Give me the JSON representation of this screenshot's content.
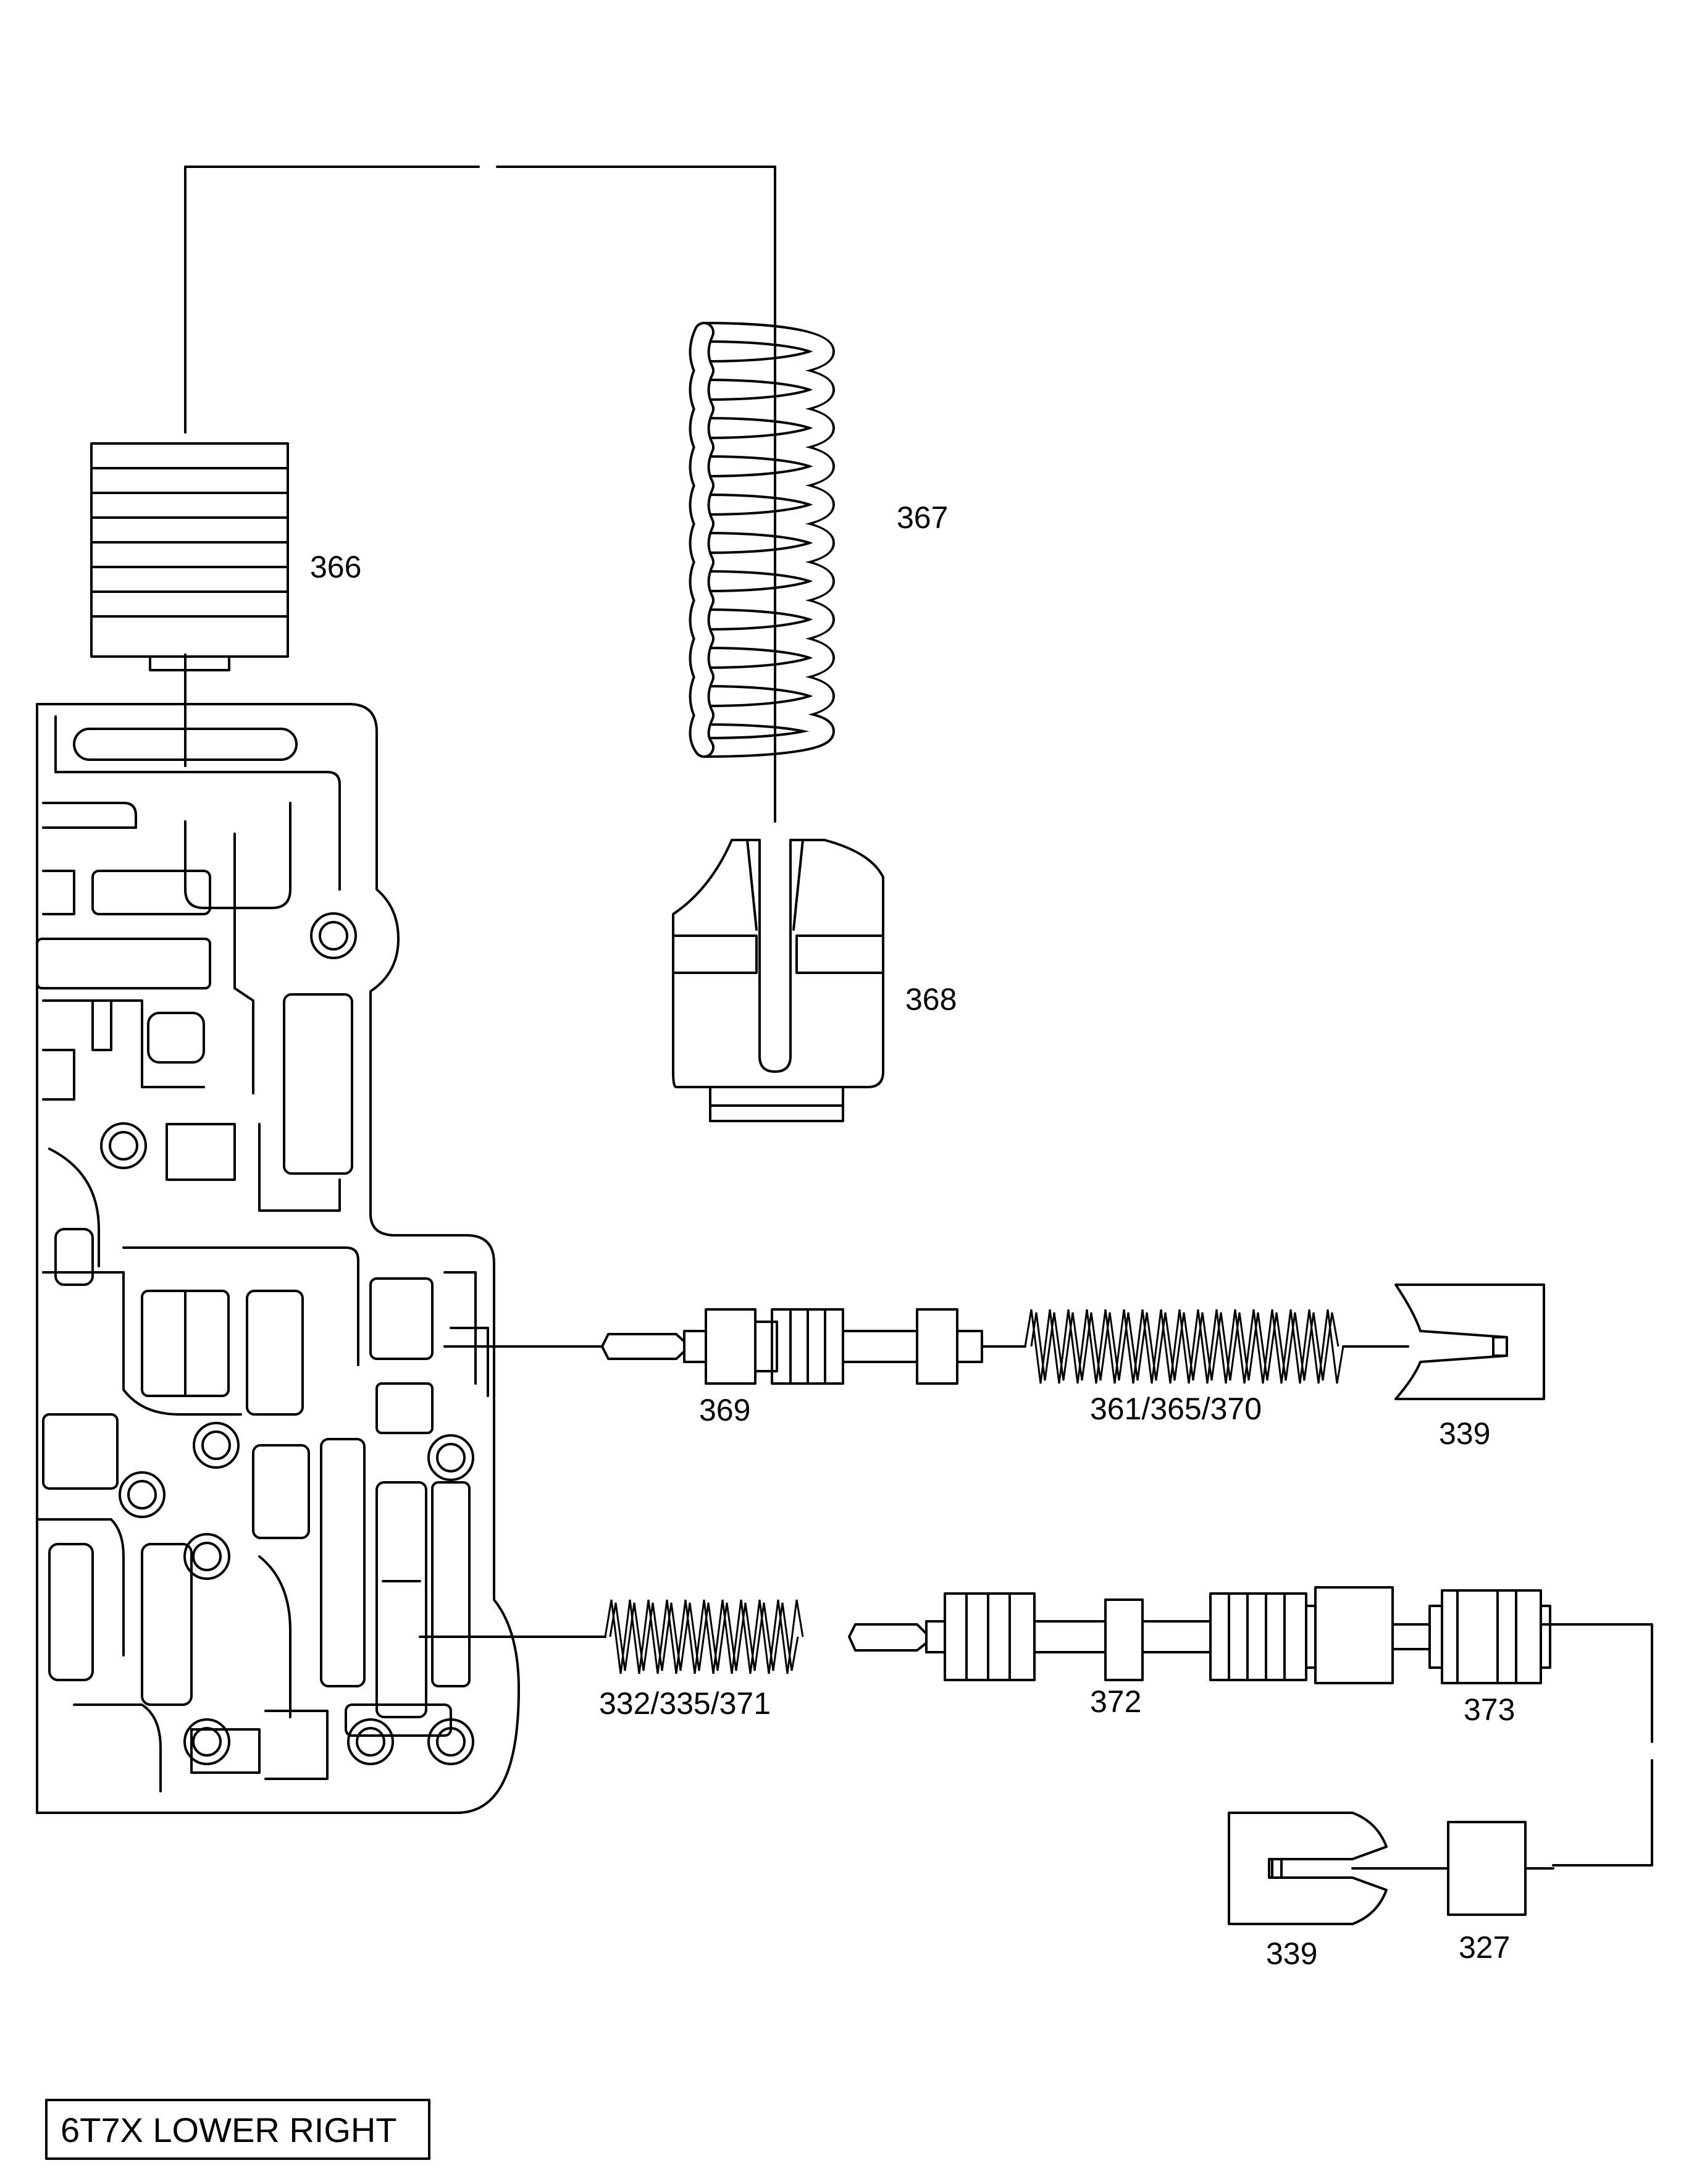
{
  "labels": {
    "p366": "366",
    "p367": "367",
    "p368": "368",
    "p369": "369",
    "p361": "361/365/370",
    "p339a": "339",
    "p332": "332/335/371",
    "p372": "372",
    "p373": "373",
    "p339b": "339",
    "p327": "327"
  },
  "caption": "6T7X LOWER RIGHT"
}
